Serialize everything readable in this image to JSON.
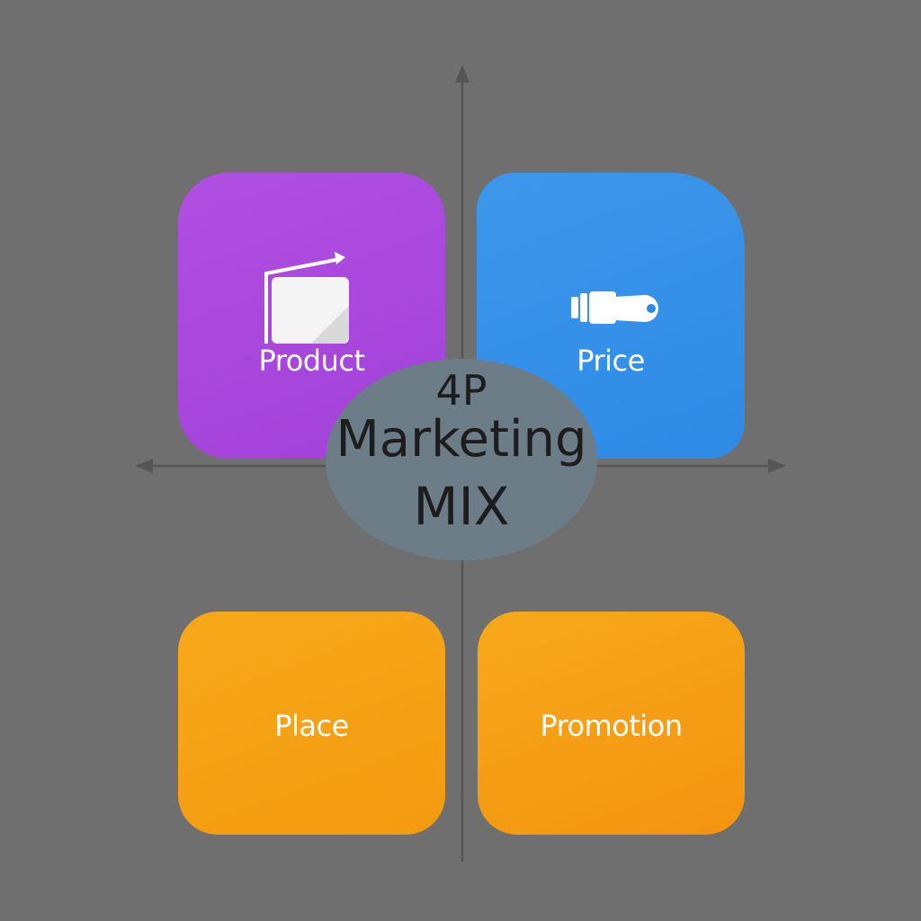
{
  "diagram": {
    "center": {
      "line1": "4P",
      "line2": "Marketing",
      "line3": "MIX"
    },
    "quadrants": [
      {
        "key": "product",
        "label": "Product",
        "icon": "box-with-arrow-icon",
        "color": "#a846dc"
      },
      {
        "key": "price",
        "label": "Price",
        "icon": "price-tag-icon",
        "color": "#3590e8"
      },
      {
        "key": "place",
        "label": "Place",
        "icon": "",
        "color": "#f5a115"
      },
      {
        "key": "promotion",
        "label": "Promotion",
        "icon": "",
        "color": "#f59b12"
      }
    ],
    "colors": {
      "background": "#6f6f6f",
      "axis": "#555555",
      "center_ellipse": "#6c7d88"
    }
  }
}
